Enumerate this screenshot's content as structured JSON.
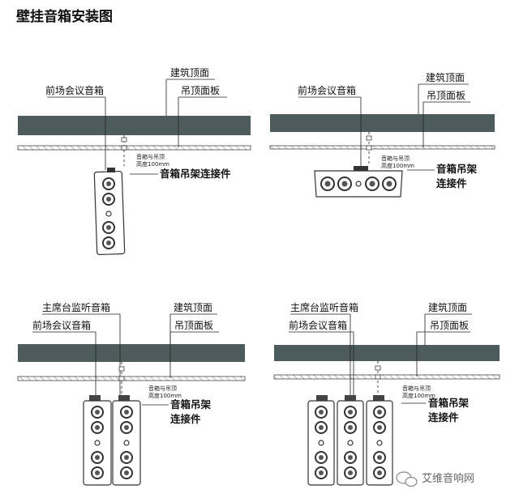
{
  "title": "壁挂音箱安装图",
  "panels": [
    {
      "building_ceiling": "建筑顶面",
      "suspended_ceiling": "吊顶面板",
      "front_speaker": "前场会议音箱",
      "connector_line1": "音箱吊架连接件",
      "connector_line2": "",
      "gap_note_line1": "音箱与吊顶",
      "gap_note_line2": "高度100mm"
    },
    {
      "building_ceiling": "建筑顶面",
      "suspended_ceiling": "吊顶面板",
      "front_speaker": "前场会议音箱",
      "connector_line1": "音箱吊架",
      "connector_line2": "连接件",
      "gap_note_line1": "音箱与吊顶",
      "gap_note_line2": "高度100mm"
    },
    {
      "building_ceiling": "建筑顶面",
      "suspended_ceiling": "吊顶面板",
      "front_speaker": "前场会议音箱",
      "main_speaker": "主席台监听音箱",
      "connector_line1": "音箱吊架",
      "connector_line2": "连接件",
      "gap_note_line1": "音箱与吊顶",
      "gap_note_line2": "高度100mm"
    },
    {
      "building_ceiling": "建筑顶面",
      "suspended_ceiling": "吊顶面板",
      "front_speaker": "前场会议音箱",
      "main_speaker": "主席台监听音箱",
      "connector_line1": "音箱吊架",
      "connector_line2": "连接件",
      "gap_note_line1": "音箱与吊顶",
      "gap_note_line2": "高度100mm"
    }
  ],
  "watermark": "艾维音响网",
  "colors": {
    "slab": "#4e5b5c",
    "line": "#222222",
    "speaker": "#555555"
  }
}
